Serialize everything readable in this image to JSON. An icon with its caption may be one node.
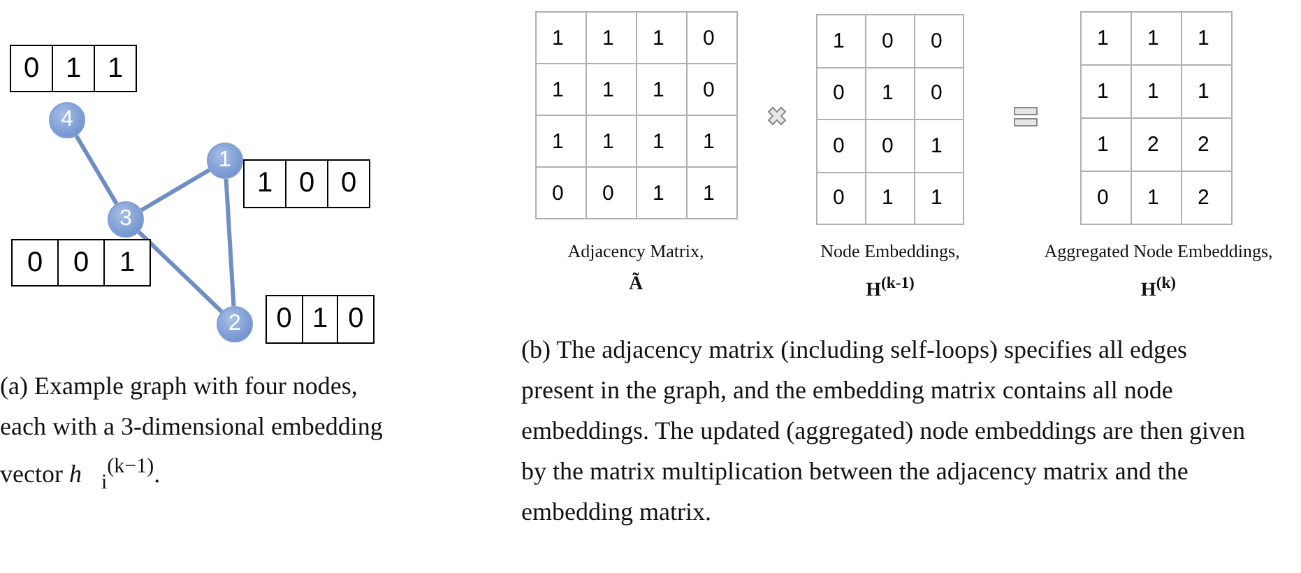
{
  "diagram": {
    "nodes": [
      {
        "text": [
          "0",
          "1",
          "1"
        ]
      },
      {
        "text": [
          "4"
        ]
      },
      {
        "text": [
          "1"
        ]
      },
      {
        "text": [
          "1",
          "0",
          "0"
        ]
      },
      {
        "text": [
          "3"
        ]
      },
      {
        "text": [
          "0",
          "0",
          "1"
        ]
      },
      {
        "text": [
          "2"
        ]
      },
      {
        "text": [
          "0",
          "1",
          "0"
        ]
      }
    ],
    "edges": [
      {
        "from": 1,
        "to": 4,
        "arrow": "none"
      },
      {
        "from": 4,
        "to": 2,
        "arrow": "none"
      },
      {
        "from": 2,
        "to": 6,
        "arrow": "none"
      },
      {
        "from": 4,
        "to": 6,
        "arrow": "none"
      }
    ],
    "labels": [
      "1",
      "1",
      "1",
      "0",
      "1",
      "1",
      "1",
      "0",
      "1",
      "1",
      "1",
      "1",
      "0",
      "0",
      "1",
      "1",
      "1",
      "0",
      "0",
      "0",
      "1",
      "0",
      "0",
      "0",
      "1",
      "0",
      "1",
      "1",
      "1",
      "1",
      "1",
      "1",
      "1",
      "1",
      "1",
      "2",
      "2",
      "0",
      "1",
      "2",
      "Adjacency Matrix,",
      "Ã",
      "Node Embeddings,",
      "H$^{(k-1)}$",
      "Aggregated Node Embeddings,",
      "H$^{(k)}$",
      "(a) Example graph with four nodes, each with a 3-dimensional embedding vector *h⃗*$_{i}$$^{(k−1)}$.",
      "(b) The adjacency matrix (including self-loops) specifies all edges present in the graph, and the embedding matrix contains all node embeddings. The updated (aggregated) node embeddings are then given by the matrix multiplication between the adjacency matrix and the embedding matrix."
    ]
  }
}
